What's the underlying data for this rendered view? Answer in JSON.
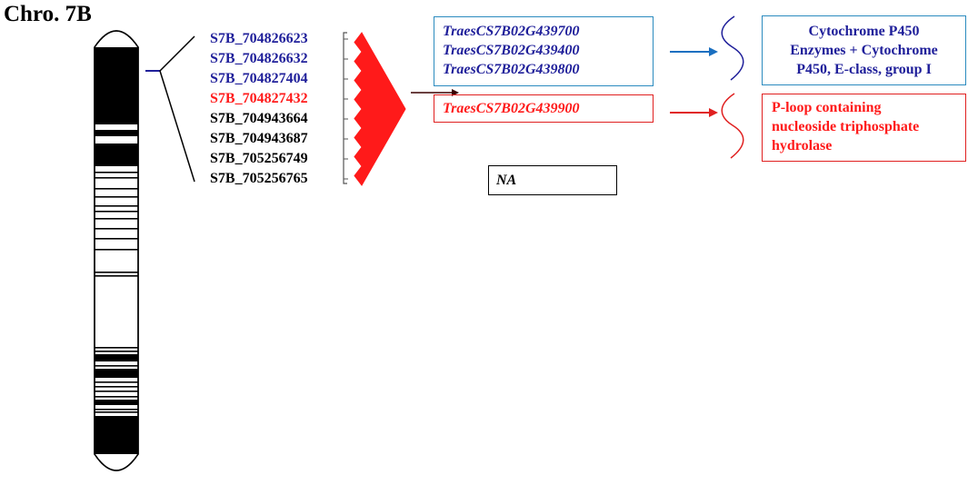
{
  "chromosome": {
    "title": "Chro. 7B"
  },
  "colors": {
    "blue": "#1f1f9a",
    "red": "#ff1a1a",
    "box_blue": "#2b8bbf",
    "box_red": "#e02020",
    "arrow_blue": "#1a6fc0",
    "black": "#000000"
  },
  "snps": [
    {
      "id": "S7B_704826623",
      "group": "blue"
    },
    {
      "id": "S7B_704826632",
      "group": "blue"
    },
    {
      "id": "S7B_704827404",
      "group": "blue"
    },
    {
      "id": "S7B_704827432",
      "group": "red"
    },
    {
      "id": "S7B_704943664",
      "group": "black"
    },
    {
      "id": "S7B_704943687",
      "group": "black"
    },
    {
      "id": "S7B_705256749",
      "group": "black"
    },
    {
      "id": "S7B_705256765",
      "group": "black"
    }
  ],
  "genes": {
    "blue": [
      "TraesCS7B02G439700",
      "TraesCS7B02G439400",
      "TraesCS7B02G439800"
    ],
    "red": [
      "TraesCS7B02G439900"
    ],
    "na": "NA"
  },
  "functions": {
    "blue": [
      "Cytochrome P450",
      "Enzymes + Cytochrome",
      "P450, E-class, group I"
    ],
    "red": [
      "P-loop containing",
      "nucleoside triphosphate",
      "hydrolase"
    ]
  }
}
